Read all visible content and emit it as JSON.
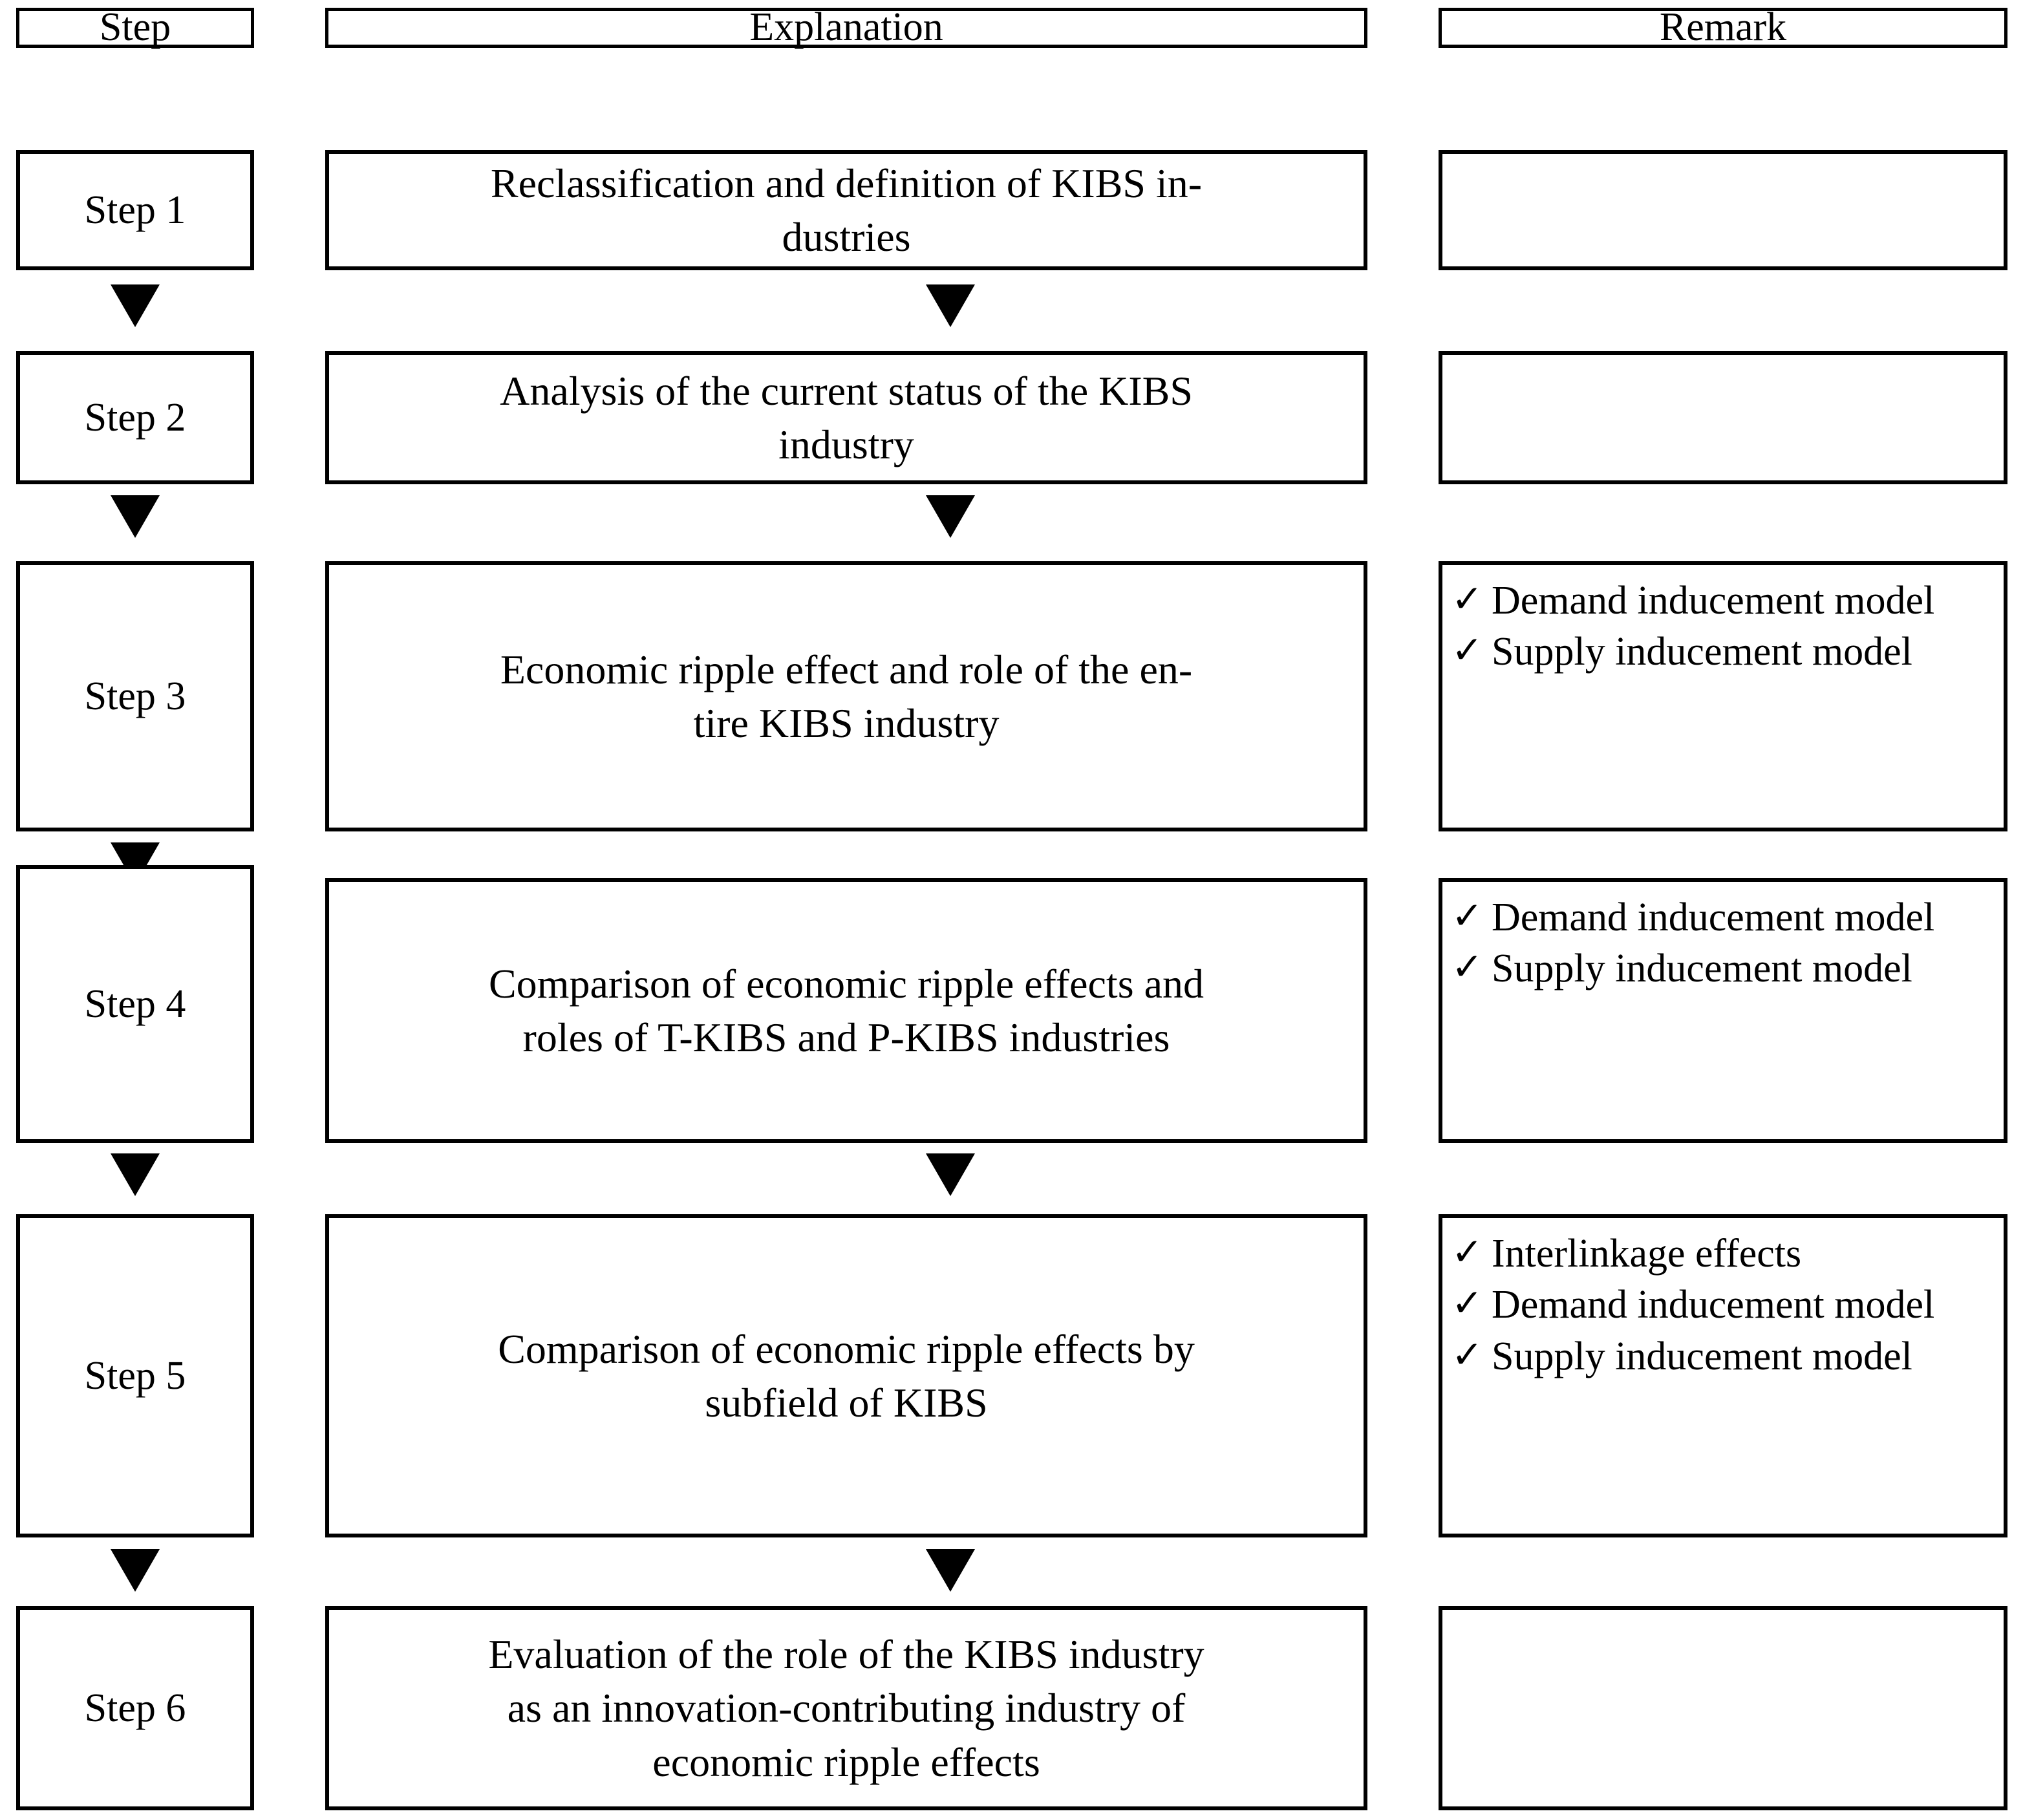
{
  "header": {
    "columns": [
      {
        "key": "step",
        "label": "Step"
      },
      {
        "key": "explanation",
        "label": "Explanation"
      },
      {
        "key": "remark",
        "label": "Remark"
      }
    ]
  },
  "icons": {
    "check": "✓",
    "arrow_down": "down-triangle-arrow"
  },
  "colors": {
    "ink": "#000000",
    "paper": "#ffffff"
  },
  "rows": [
    {
      "id": "step-1",
      "step": "Step 1",
      "explanation": "Reclassification and definition of KIBS in-­ustries",
      "explanation_lines": [
        "Reclassification and definition of KIBS in-",
        "dustries"
      ],
      "remark": []
    },
    {
      "id": "step-2",
      "step": "Step 2",
      "explanation": "Analysis of the current status of the KIBS industry",
      "explanation_lines": [
        "Analysis of the current status of the KIBS",
        "industry"
      ],
      "remark": []
    },
    {
      "id": "step-3",
      "step": "Step 3",
      "explanation": "Economic ripple effect and role of the en-tire KIBS industry",
      "explanation_lines": [
        "Economic ripple effect and role of the en-",
        "tire KIBS industry"
      ],
      "remark": [
        "Demand induce-ment model",
        "Supply inducement model"
      ]
    },
    {
      "id": "step-4",
      "step": "Step 4",
      "explanation": "Comparison of economic ripple effects and roles of T-KIBS and P-KIBS industries",
      "explanation_lines": [
        "Comparison of economic ripple effects and",
        "roles of T-KIBS and P-KIBS industries"
      ],
      "remark": [
        "Demand induce-ment model",
        "Supply inducement model"
      ]
    },
    {
      "id": "step-5",
      "step": "Step 5",
      "explanation": "Comparison of economic ripple effects by subfield of KIBS",
      "explanation_lines": [
        "Comparison of economic ripple effects by",
        "subfield of KIBS"
      ],
      "remark": [
        "Interlinkage effects",
        "Demand induce-ment model",
        "Supply inducement model"
      ]
    },
    {
      "id": "step-6",
      "step": "Step 6",
      "explanation": "Evaluation of the role of the KIBS industry as an innovation-contributing industry of economic ripple effects",
      "explanation_lines": [
        "Evaluation of the role of the KIBS industry",
        "as an innovation-contributing industry of",
        "economic ripple effects"
      ],
      "remark": []
    }
  ],
  "cells": {
    "r1_expl_l1": "Reclassification and definition of KIBS in-",
    "r1_expl_l2": "dustries",
    "r2_expl_l1": "Analysis of the current status of the KIBS",
    "r2_expl_l2": "industry",
    "r3_expl_l1": "Economic ripple effect and role of the en-",
    "r3_expl_l2": "tire KIBS industry",
    "r4_expl_l1": "Comparison of economic ripple effects and",
    "r4_expl_l2": "roles of T-KIBS and P-KIBS industries",
    "r5_expl_l1": "Comparison of economic ripple effects by",
    "r5_expl_l2": "subfield of KIBS",
    "r6_expl_l1": "Evaluation of the role of the KIBS industry",
    "r6_expl_l2": "as an innovation-contributing industry of",
    "r6_expl_l3": "economic ripple effects",
    "remark_demand": "Demand induce­ment model",
    "remark_supply": "Supply inducement model",
    "remark_interlinkage": "Interlinkage effects"
  }
}
